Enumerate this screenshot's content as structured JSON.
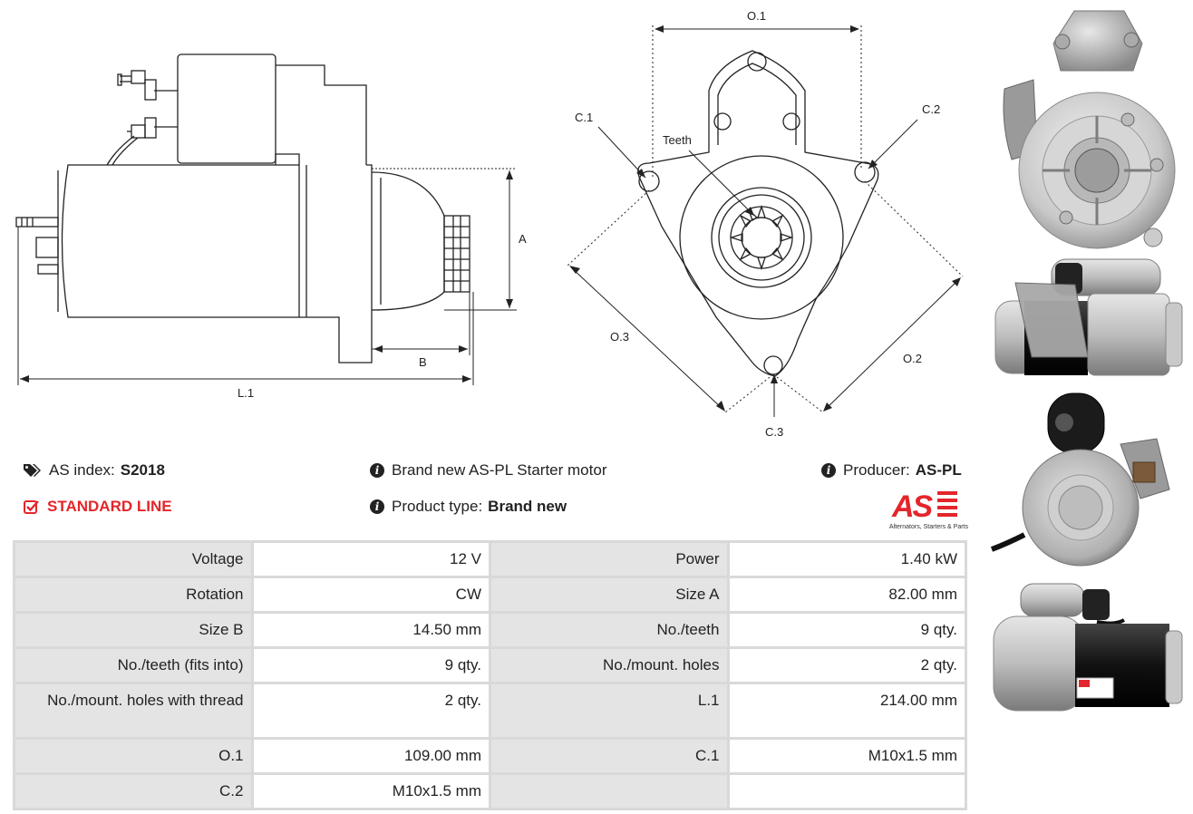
{
  "drawing_labels": {
    "o1": "O.1",
    "o2": "O.2",
    "o3": "O.3",
    "c1": "C.1",
    "c2": "C.2",
    "c3": "C.3",
    "teeth": "Teeth",
    "a": "A",
    "b": "B",
    "l1": "L.1"
  },
  "product": {
    "as_index_label": "AS index:",
    "as_index_value": "S2018",
    "line": "STANDARD LINE",
    "description": "Brand new AS-PL Starter motor",
    "type_label": "Product type:",
    "type_value": "Brand new",
    "producer_label": "Producer:",
    "producer_value": "AS-PL",
    "logo_text": "AS",
    "logo_tagline": "Alternators, Starters & Parts"
  },
  "specs": [
    [
      "Voltage",
      "12 V",
      "Power",
      "1.40 kW"
    ],
    [
      "Rotation",
      "CW",
      "Size A",
      "82.00 mm"
    ],
    [
      "Size B",
      "14.50 mm",
      "No./teeth",
      "9 qty."
    ],
    [
      "No./teeth (fits into)",
      "9 qty.",
      "No./mount. holes",
      "2 qty."
    ],
    [
      "No./mount. holes with thread",
      "2 qty.",
      "L.1",
      "214.00 mm"
    ],
    [
      "O.1",
      "109.00 mm",
      "C.1",
      "M10x1.5 mm"
    ],
    [
      "C.2",
      "M10x1.5 mm",
      "",
      ""
    ]
  ],
  "colors": {
    "accent": "#e3262b",
    "label_bg": "#e4e4e4",
    "border": "#d9d9d9"
  },
  "icons": [
    "tags-icon",
    "check-square-icon",
    "info-icon"
  ]
}
